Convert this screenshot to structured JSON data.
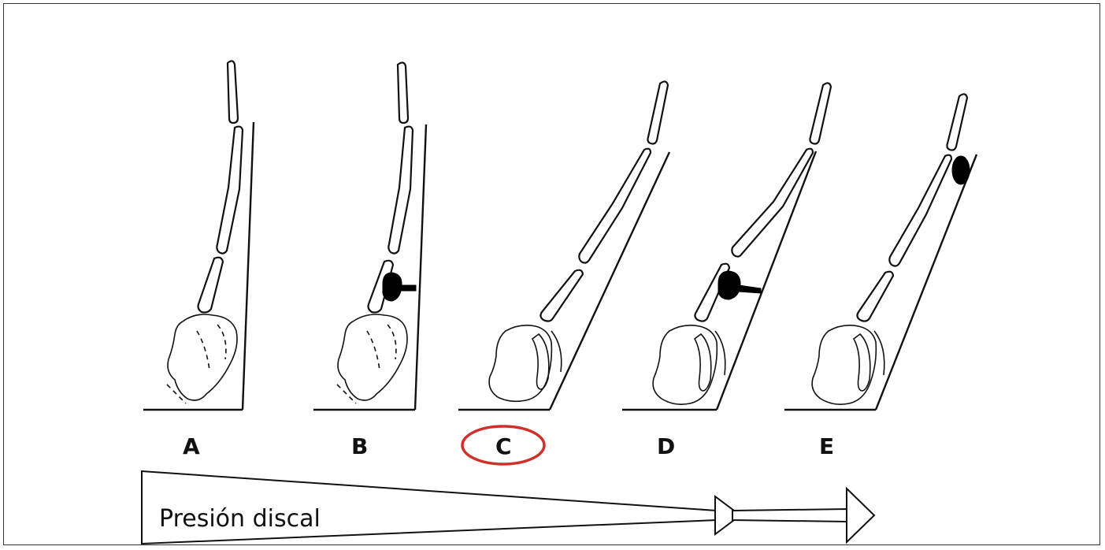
{
  "panels": [
    {
      "label": "A",
      "highlight": false,
      "disc": "none"
    },
    {
      "label": "B",
      "highlight": false,
      "disc": "lower-protrusion"
    },
    {
      "label": "C",
      "highlight": true,
      "disc": "none"
    },
    {
      "label": "D",
      "highlight": false,
      "disc": "lower-protrusion"
    },
    {
      "label": "E",
      "highlight": false,
      "disc": "upper"
    }
  ],
  "pressure_label": "Presión discal",
  "colors": {
    "ink": "#111111",
    "highlight_ring": "#d0302a",
    "disc": "#000000",
    "background": "#ffffff"
  }
}
